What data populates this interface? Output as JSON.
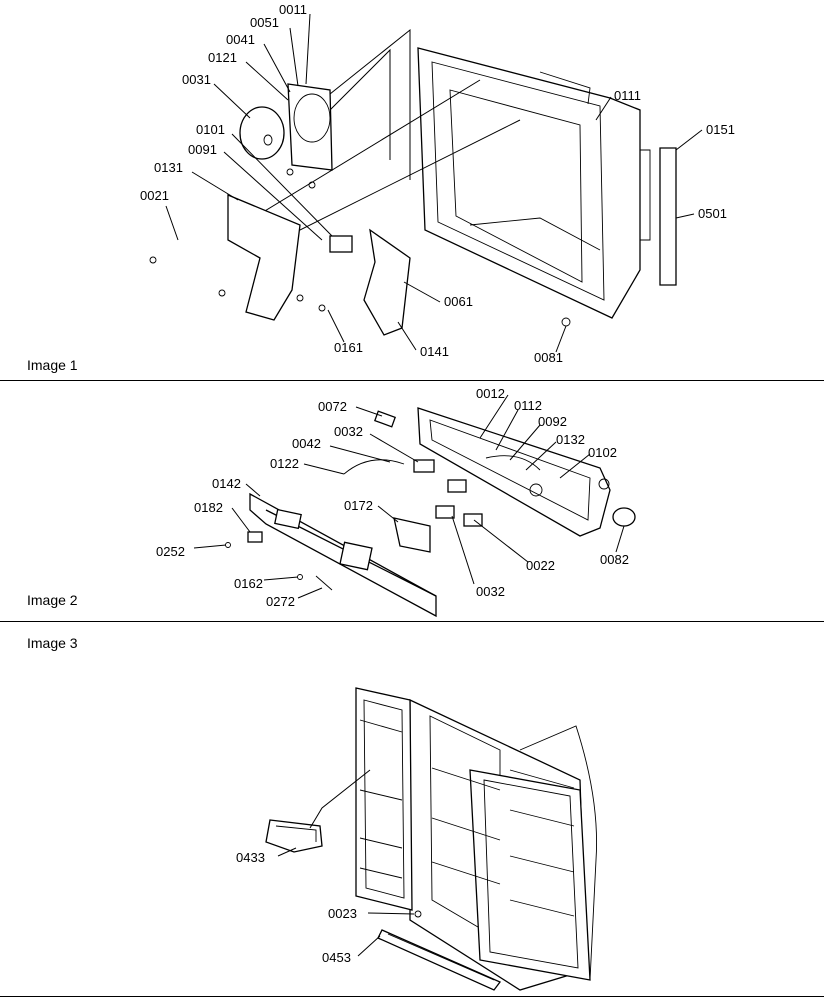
{
  "image1": {
    "caption": "Image 1",
    "labels": [
      "0011",
      "0051",
      "0041",
      "0121",
      "0031",
      "0101",
      "0091",
      "0131",
      "0021",
      "0111",
      "0151",
      "0501",
      "0061",
      "0161",
      "0141",
      "0081"
    ]
  },
  "image2": {
    "caption": "Image 2",
    "labels": [
      "0072",
      "0012",
      "0112",
      "0092",
      "0032",
      "0042",
      "0132",
      "0102",
      "0122",
      "0142",
      "0182",
      "0172",
      "0252",
      "0162",
      "0272",
      "0022",
      "0032",
      "0082"
    ]
  },
  "image3": {
    "caption": "Image 3",
    "labels": [
      "0433",
      "0023",
      "0453"
    ]
  }
}
